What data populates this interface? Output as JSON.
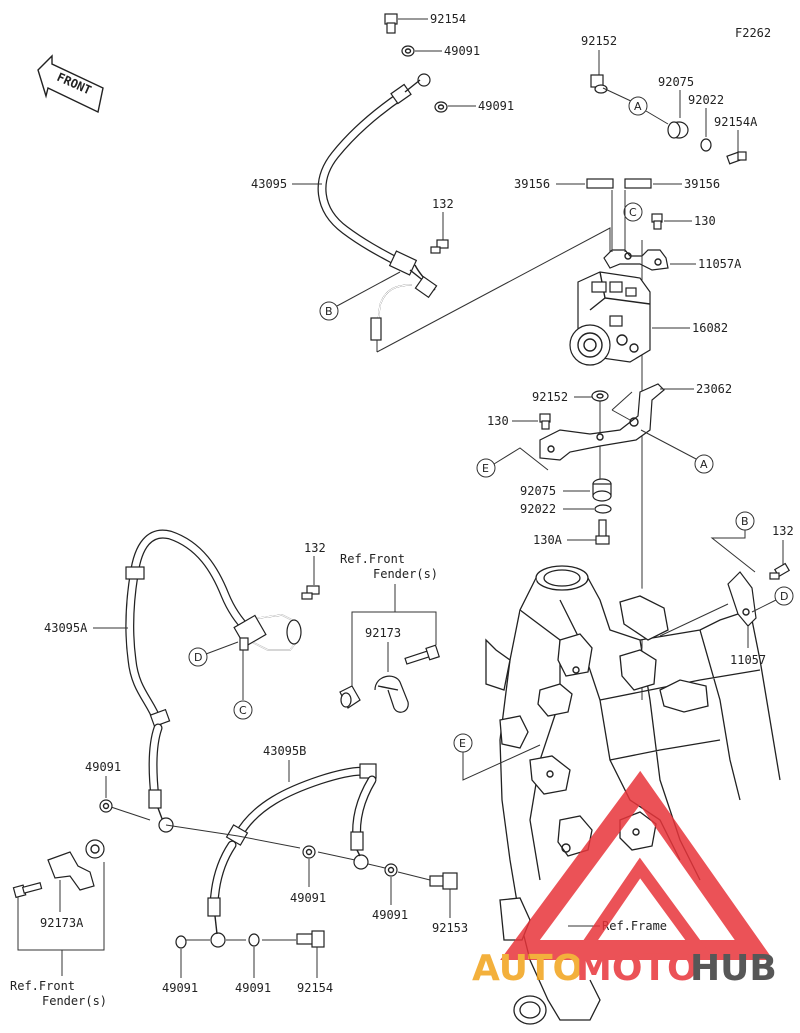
{
  "diagram_code": "F2262",
  "front_label": "FRONT",
  "part_labels": {
    "p92154_top": "92154",
    "p49091_a": "49091",
    "p49091_b": "49091",
    "p43095": "43095",
    "p132_a": "132",
    "p92152_top": "92152",
    "p92075_top": "92075",
    "p92022_top": "92022",
    "p92154A": "92154A",
    "p39156_l": "39156",
    "p39156_r": "39156",
    "p130_top": "130",
    "p11057A": "11057A",
    "p16082": "16082",
    "p92152_mid": "92152",
    "p23062": "23062",
    "p130_mid": "130",
    "p92075_mid": "92075",
    "p92022_mid": "92022",
    "p130A": "130A",
    "p43095A": "43095A",
    "p132_b": "132",
    "p92173": "92173",
    "p132_c": "132",
    "p11057": "11057",
    "p43095B": "43095B",
    "p49091_c": "49091",
    "p49091_d": "49091",
    "p49091_e": "49091",
    "p92153": "92153",
    "p92173A": "92173A",
    "p49091_f": "49091",
    "p49091_g": "49091",
    "p92154_bot": "92154"
  },
  "refs": {
    "ref_fender_mid_1": "Ref.Front",
    "ref_fender_mid_2": "Fender(s)",
    "ref_fender_bot_1": "Ref.Front",
    "ref_fender_bot_2": "Fender(s)",
    "ref_frame": "Ref.Frame"
  },
  "callouts": {
    "A1": "A",
    "A2": "A",
    "B1": "B",
    "B2": "B",
    "C1": "C",
    "C2": "C",
    "D1": "D",
    "D2": "D",
    "E1": "E",
    "E2": "E"
  },
  "watermark": {
    "part1": "AUTO",
    "part2": "MOTO",
    "part3": "HUB",
    "color_orange": "#f2a31b",
    "color_red": "#e8343a",
    "color_dark": "#3a3a3a"
  }
}
